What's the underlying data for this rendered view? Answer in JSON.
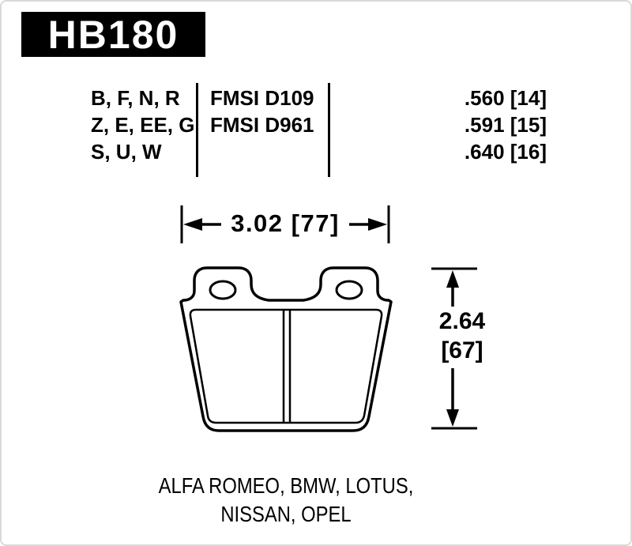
{
  "colors": {
    "ink": "#000000",
    "paper": "#ffffff",
    "part_box_bg": "#000000",
    "part_box_text": "#ffffff"
  },
  "part": {
    "number": "HB180"
  },
  "spec_table": {
    "compound_groups": [
      "B, F, N, R",
      "Z, E, EE, G",
      "S, U, W"
    ],
    "fmsi_numbers": [
      "FMSI D109",
      "FMSI D961"
    ],
    "pad_thicknesses": [
      ".560 [14]",
      ".591 [15]",
      ".640 [16]"
    ]
  },
  "dimensions": {
    "width_label": "3.02 [77]",
    "height_label_in": "2.64",
    "height_label_mm": "[67]"
  },
  "applications": {
    "line1": "ALFA ROMEO, BMW, LOTUS,",
    "line2": "NISSAN, OPEL"
  }
}
